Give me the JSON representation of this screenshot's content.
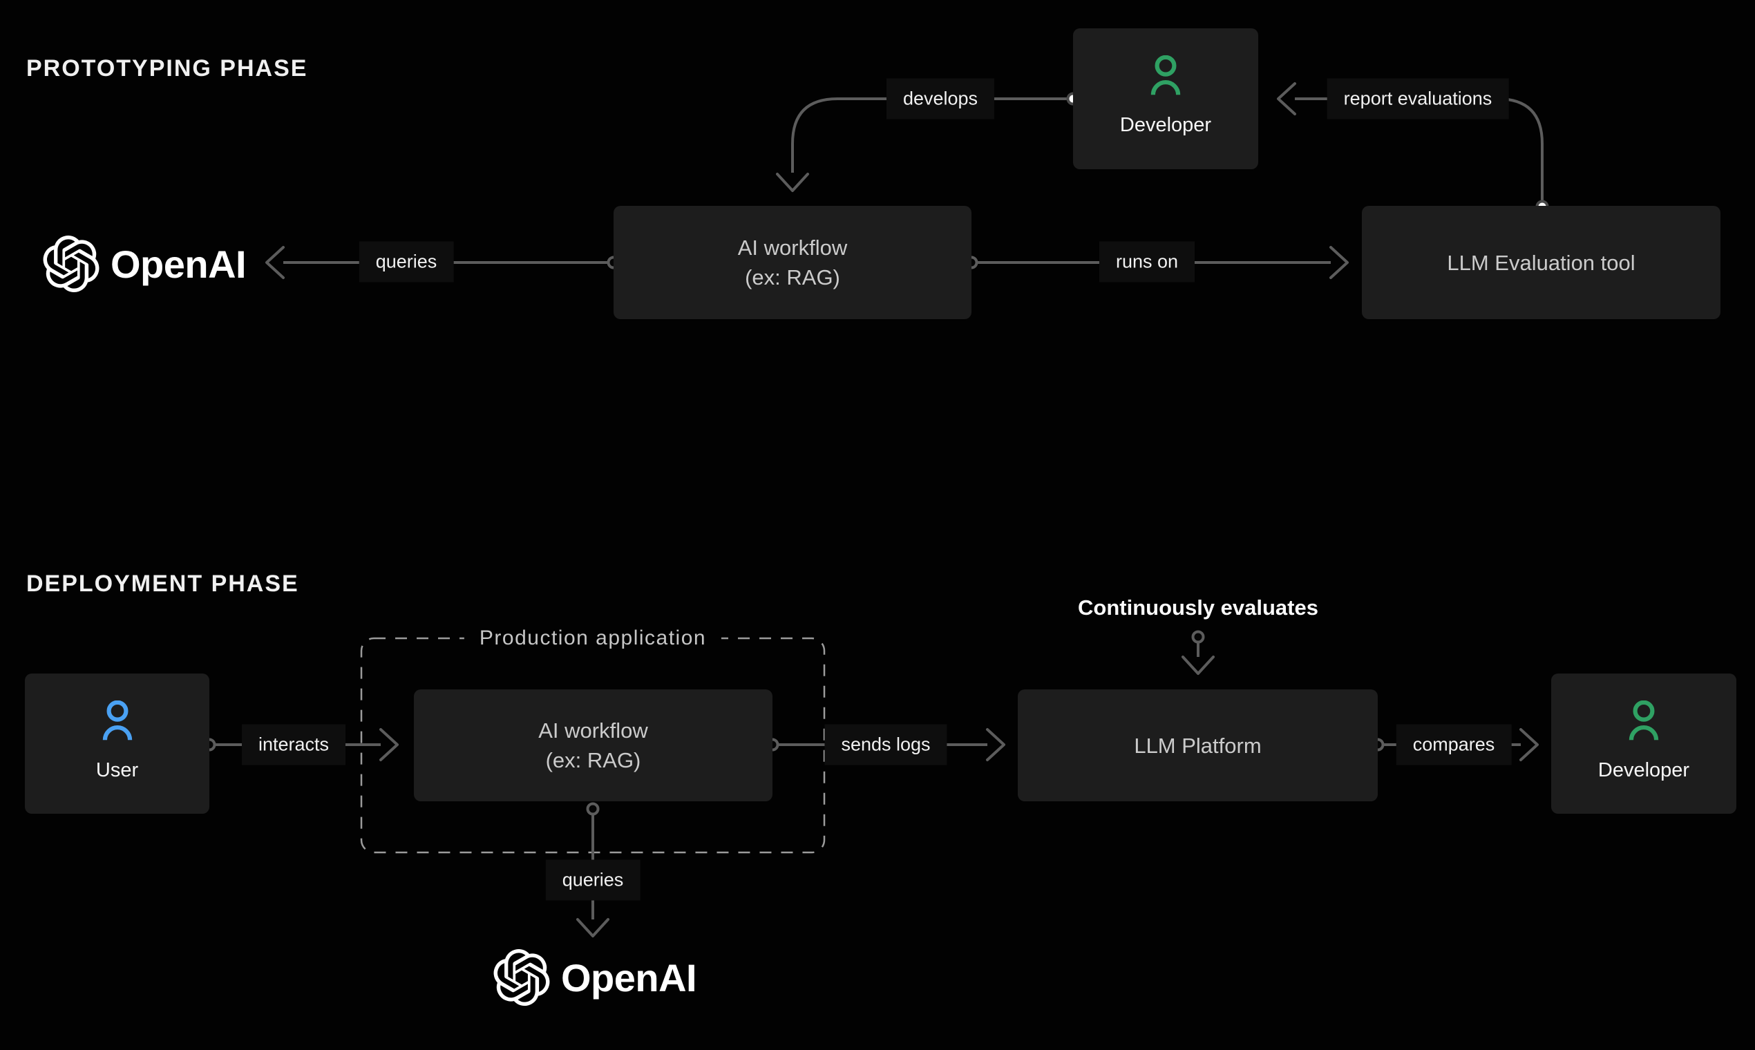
{
  "colors": {
    "background": "#020202",
    "node_bg": "#1d1d1d",
    "node_text_muted": "#cbcbcb",
    "node_text_white": "#f7f7f7",
    "edge_line": "#5c5c5c",
    "dashed_border": "#9b9b9b",
    "label_bg": "#0e0e0e",
    "developer_icon_green": "#2fa163",
    "user_icon_blue": "#4aa1f3",
    "connector_dot_white": "#ffffff"
  },
  "icons": {
    "developer": "person-icon",
    "user": "person-icon",
    "openai": "openai-logo-icon"
  },
  "prototyping": {
    "title": "PROTOTYPING PHASE",
    "developer_label": "Developer",
    "ai_workflow_line1": "AI workflow",
    "ai_workflow_line2": "(ex: RAG)",
    "llm_eval_label": "LLM Evaluation tool",
    "openai_label": "OpenAI",
    "edge_develops": "develops",
    "edge_report_evaluations": "report evaluations",
    "edge_queries": "queries",
    "edge_runs_on": "runs on"
  },
  "deployment": {
    "title": "DEPLOYMENT PHASE",
    "user_label": "User",
    "production_app_label": "Production application",
    "ai_workflow_line1": "AI workflow",
    "ai_workflow_line2": "(ex: RAG)",
    "llm_platform_label": "LLM Platform",
    "developer_label": "Developer",
    "openai_label": "OpenAI",
    "edge_interacts": "interacts",
    "edge_sends_logs": "sends logs",
    "edge_compares": "compares",
    "edge_queries": "queries",
    "edge_continuously_evaluates": "Continuously evaluates"
  }
}
